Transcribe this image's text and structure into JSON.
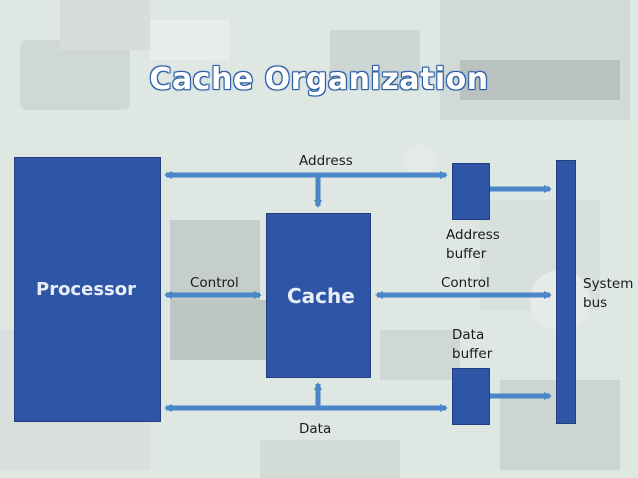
{
  "slide": {
    "title": "Cache Organization"
  },
  "blocks": {
    "processor": "Processor",
    "cache": "Cache",
    "system_bus_line1": "System",
    "system_bus_line2": "bus"
  },
  "labels": {
    "address": "Address",
    "address_buffer_line1": "Address",
    "address_buffer_line2": "buffer",
    "control_left": "Control",
    "control_right": "Control",
    "data_buffer_line1": "Data",
    "data_buffer_line2": "buffer",
    "data": "Data"
  },
  "colors": {
    "block_fill": "#2f56a6",
    "arrow": "#4a86c8",
    "title_outline": "#2c5fa6"
  }
}
